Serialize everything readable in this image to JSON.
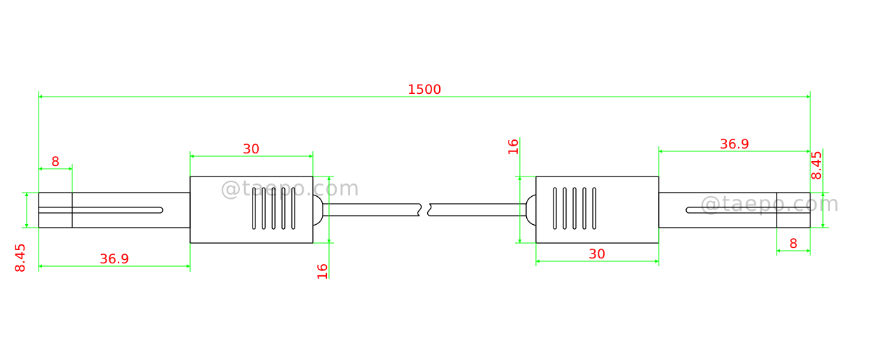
{
  "dimensions": {
    "total_length": "1500",
    "tip_length_left": "8",
    "tip_length_right": "8",
    "pin_length_left": "36.9",
    "pin_length_right": "36.9",
    "body_length_left": "30",
    "body_length_right": "30",
    "pin_diameter_left": "8.45",
    "pin_diameter_right": "8.45",
    "body_diameter_left": "16",
    "body_diameter_right": "16"
  },
  "watermark": {
    "left": "@taepo.com",
    "right": "@taepo.com"
  },
  "colors": {
    "dimension_line": "#00ff00",
    "dimension_text": "#ff0000",
    "outline": "#000000",
    "watermark": "#c9c9c9"
  }
}
